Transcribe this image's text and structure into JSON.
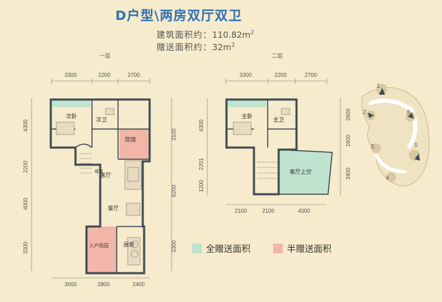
{
  "title": "D户型\\两房双厅双卫",
  "area_build_label": "建筑面积约：",
  "area_build_value": "110.82",
  "area_gift_label": "赠送面积约：",
  "area_gift_value": "32",
  "unit_m": "m",
  "unit_sq": "2",
  "floor1": {
    "label": "一层",
    "top_dims": [
      "3300",
      "2200",
      "2700"
    ],
    "bottom_dims": [
      "3000",
      "2800",
      "2400"
    ],
    "left_dims": [
      "4300",
      "2200",
      "4000",
      "3300"
    ],
    "right_dims": [
      "3100",
      "6200",
      "3300"
    ],
    "rooms": {
      "bedroom": "次卧",
      "bath": "次卫",
      "courtyard": "院馆",
      "stairs": "楼梯",
      "living": "客厅",
      "dining": "餐厅",
      "kitchen": "厨房",
      "entry": "入户花园"
    }
  },
  "floor2": {
    "label": "二层",
    "top_dims": [
      "3300",
      "2200",
      "2700"
    ],
    "bottom_dims": [
      "2100",
      "2100",
      "4000"
    ],
    "left_dims": [
      "4300",
      "2201",
      "1200"
    ],
    "right_dims": [
      "2600",
      "1600",
      "3400"
    ],
    "rooms": {
      "master": "主卧",
      "master_bath": "主卫",
      "void": "客厅上空"
    }
  },
  "site_labels": [
    "1",
    "2",
    "3",
    "4",
    "5",
    "6"
  ],
  "legend": {
    "full": "全赠送面积",
    "half": "半赠送面积"
  },
  "colors": {
    "full": "#bfe3cf",
    "half": "#f2b6a8",
    "wall": "#3f4a54",
    "title": "#2f6fb6",
    "background": "#f6ebcc"
  }
}
